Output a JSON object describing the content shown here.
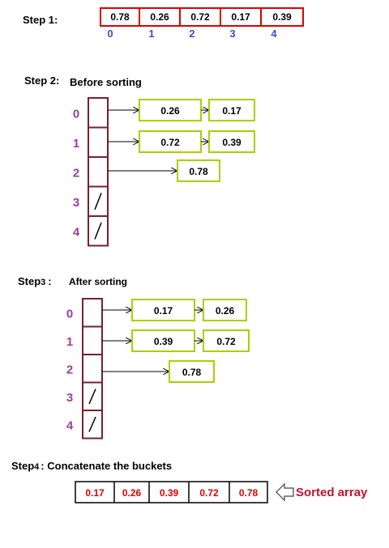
{
  "step1": {
    "label": "Step 1:",
    "cells": [
      "0.78",
      "0.26",
      "0.72",
      "0.17",
      "0.39"
    ],
    "indices": [
      "0",
      "1",
      "2",
      "3",
      "4"
    ]
  },
  "step2": {
    "label": "Step 2:",
    "title": "Before sorting",
    "buckets": [
      {
        "index": "0",
        "items": [
          "0.26",
          "0.17"
        ]
      },
      {
        "index": "1",
        "items": [
          "0.72",
          "0.39"
        ]
      },
      {
        "index": "2",
        "items": [
          "0.78"
        ]
      },
      {
        "index": "3",
        "items": [],
        "empty_mark": "/"
      },
      {
        "index": "4",
        "items": [],
        "empty_mark": "/"
      }
    ]
  },
  "step3": {
    "label": "Step",
    "number": "3",
    "colon": ":",
    "title": "After sorting",
    "buckets": [
      {
        "index": "0",
        "items": [
          "0.17",
          "0.26"
        ]
      },
      {
        "index": "1",
        "items": [
          "0.39",
          "0.72"
        ]
      },
      {
        "index": "2",
        "items": [
          "0.78"
        ]
      },
      {
        "index": "3",
        "items": [],
        "empty_mark": "/"
      },
      {
        "index": "4",
        "items": [],
        "empty_mark": "/"
      }
    ]
  },
  "step4": {
    "label": "Step",
    "number": "4",
    "title": ": Concatenate the buckets",
    "cells": [
      "0.17",
      "0.26",
      "0.39",
      "0.72",
      "0.78"
    ],
    "sorted_label": "Sorted array"
  },
  "colors": {
    "array_border": "#e00000",
    "bucket_border": "#7a1f2b",
    "node_border": "#a6d100",
    "blue_index": "#3a50c8",
    "purple_index": "#9b3f9b",
    "sorted_value": "#e00000",
    "sorted_label": "#c8102e"
  }
}
